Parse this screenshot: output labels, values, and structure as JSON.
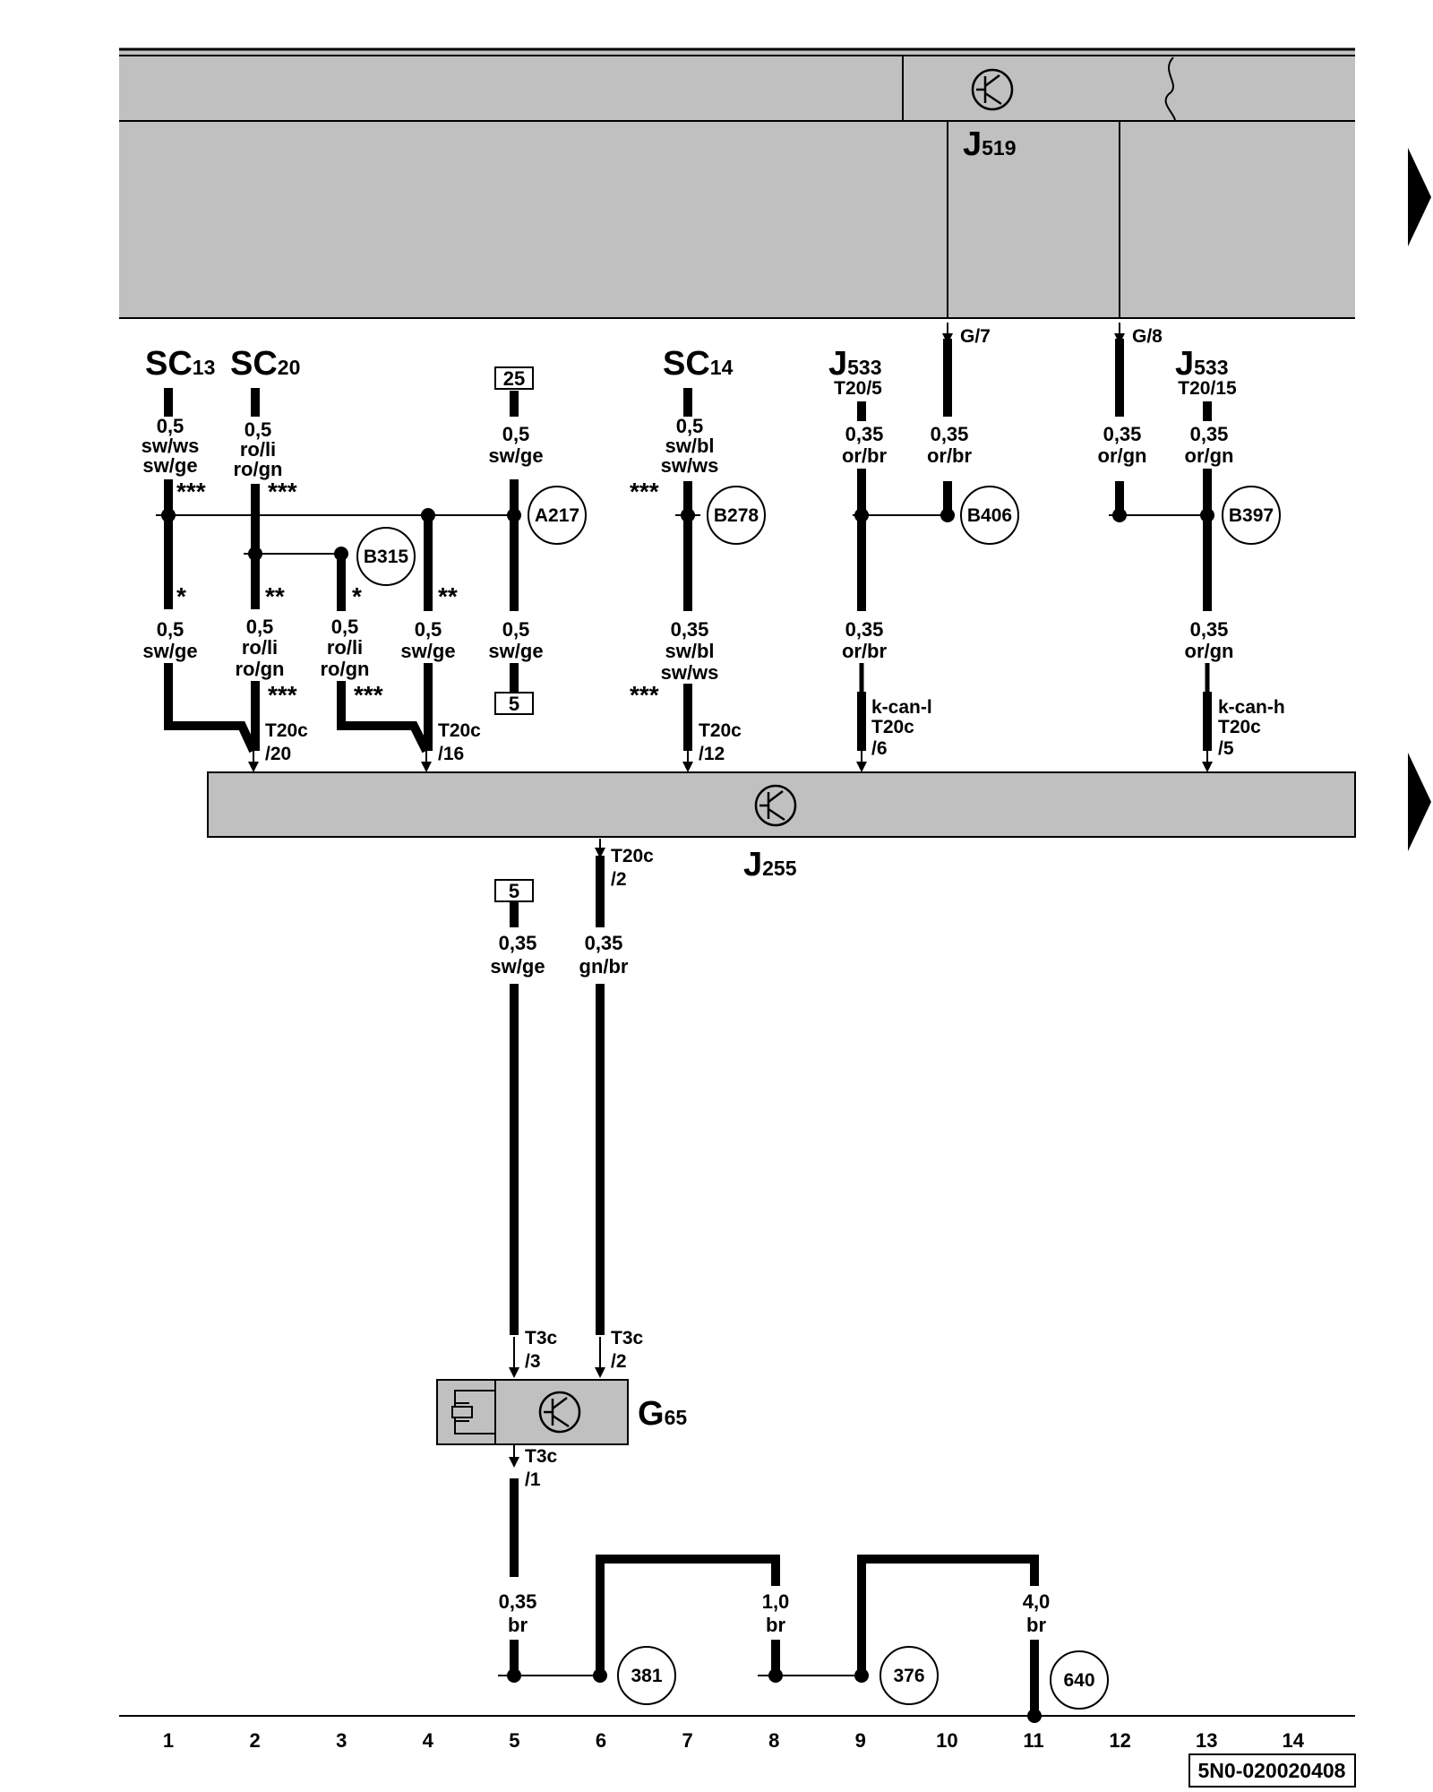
{
  "components": {
    "j519": {
      "name": "J",
      "sub": "519",
      "pin_g7": "G/7",
      "pin_g8": "G/8"
    },
    "j255": {
      "name": "J",
      "sub": "255"
    },
    "g65": {
      "name": "G",
      "sub": "65"
    },
    "sc13": {
      "name": "SC",
      "sub": "13"
    },
    "sc20": {
      "name": "SC",
      "sub": "20"
    },
    "sc14": {
      "name": "SC",
      "sub": "14"
    },
    "j533_a": {
      "name": "J",
      "sub": "533",
      "pin": "T20/5"
    },
    "j533_b": {
      "name": "J",
      "sub": "533",
      "pin": "T20/15"
    }
  },
  "refs": {
    "box25": "25",
    "box5a": "5",
    "box5b": "5"
  },
  "connectors": {
    "a217": "A217",
    "b315": "B315",
    "b278": "B278",
    "b406": "B406",
    "b397": "B397",
    "g381": "381",
    "g376": "376",
    "g640": "640"
  },
  "wires": {
    "c1_top": {
      "size": "0,5",
      "c1": "sw/ws",
      "c2": "sw/ge"
    },
    "c2_top": {
      "size": "0,5",
      "c1": "ro/li",
      "c2": "ro/gn"
    },
    "c5_top": {
      "size": "0,5",
      "c1": "sw/ge"
    },
    "c7_top": {
      "size": "0,5",
      "c1": "sw/bl",
      "c2": "sw/ws"
    },
    "c8_top": {
      "size": "0,35",
      "c1": "or/br"
    },
    "c10_top": {
      "size": "0,35",
      "c1": "or/br"
    },
    "c12_top": {
      "size": "0,35",
      "c1": "or/gn"
    },
    "c13_top": {
      "size": "0,35",
      "c1": "or/gn"
    },
    "c1_bot": {
      "size": "0,5",
      "c1": "sw/ge"
    },
    "c2_bot": {
      "size": "0,5",
      "c1": "ro/li",
      "c2": "ro/gn"
    },
    "c3_bot": {
      "size": "0,5",
      "c1": "ro/li",
      "c2": "ro/gn"
    },
    "c4_bot": {
      "size": "0,5",
      "c1": "sw/ge"
    },
    "c5_bot": {
      "size": "0,5",
      "c1": "sw/ge"
    },
    "c7_bot": {
      "size": "0,35",
      "c1": "sw/bl",
      "c2": "sw/ws"
    },
    "c8_bot": {
      "size": "0,35",
      "c1": "or/br"
    },
    "c13_bot": {
      "size": "0,35",
      "c1": "or/gn"
    },
    "c5_low": {
      "size": "0,35",
      "c1": "sw/ge"
    },
    "c6_low": {
      "size": "0,35",
      "c1": "gn/br"
    },
    "c5_gnd": {
      "size": "0,35",
      "c1": "br"
    },
    "c8_gnd": {
      "size": "1,0",
      "c1": "br"
    },
    "c11_gnd": {
      "size": "4,0",
      "c1": "br"
    }
  },
  "pins": {
    "p20": {
      "a": "T20c",
      "b": "/20"
    },
    "p16": {
      "a": "T20c",
      "b": "/16"
    },
    "p12": {
      "a": "T20c",
      "b": "/12"
    },
    "p6": {
      "name": "k-can-l",
      "a": "T20c",
      "b": "/6"
    },
    "p5": {
      "name": "k-can-h",
      "a": "T20c",
      "b": "/5"
    },
    "p2": {
      "a": "T20c",
      "b": "/2"
    },
    "g65_3": {
      "a": "T3c",
      "b": "/3"
    },
    "g65_2": {
      "a": "T3c",
      "b": "/2"
    },
    "g65_1": {
      "a": "T3c",
      "b": "/1"
    }
  },
  "asterisks": {
    "one": "*",
    "two": "**",
    "three": "***"
  },
  "grid": [
    "1",
    "2",
    "3",
    "4",
    "5",
    "6",
    "7",
    "8",
    "9",
    "10",
    "11",
    "12",
    "13",
    "14"
  ],
  "doc_id": "5N0-020020408"
}
